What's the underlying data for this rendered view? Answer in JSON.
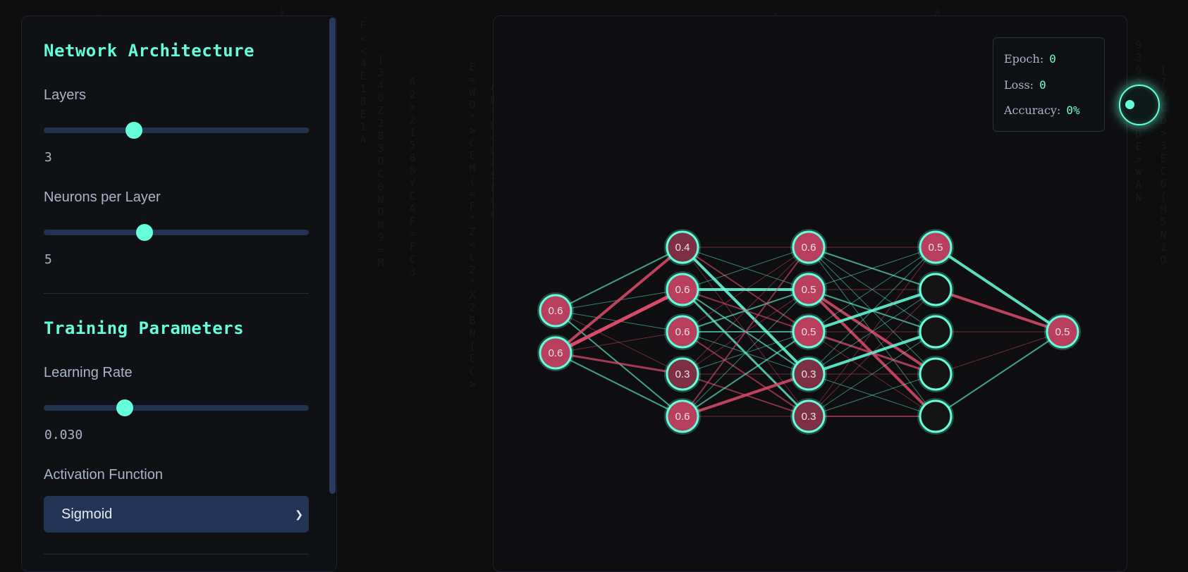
{
  "controls": {
    "network_architecture": {
      "title": "Network Architecture",
      "layers": {
        "label": "Layers",
        "value": "3",
        "slider_fraction": 0.34
      },
      "neurons": {
        "label": "Neurons per Layer",
        "value": "5",
        "slider_fraction": 0.38
      }
    },
    "training_parameters": {
      "title": "Training Parameters",
      "learning_rate": {
        "label": "Learning Rate",
        "value": "0.030",
        "slider_fraction": 0.305
      },
      "activation": {
        "label": "Activation Function",
        "selected": "Sigmoid"
      }
    }
  },
  "stats": {
    "epoch_label": "Epoch:",
    "epoch_value": "0",
    "loss_label": "Loss:",
    "loss_value": "0",
    "accuracy_label": "Accuracy:",
    "accuracy_value": "0%"
  },
  "network": {
    "layers": [
      [
        {
          "label": "0.6",
          "shade": "bright"
        },
        {
          "label": "0.6",
          "shade": "bright"
        }
      ],
      [
        {
          "label": "0.4",
          "shade": "dark"
        },
        {
          "label": "0.6",
          "shade": "bright"
        },
        {
          "label": "0.6",
          "shade": "bright"
        },
        {
          "label": "0.3",
          "shade": "dark"
        },
        {
          "label": "0.6",
          "shade": "bright"
        }
      ],
      [
        {
          "label": "0.6",
          "shade": "bright"
        },
        {
          "label": "0.5",
          "shade": "bright"
        },
        {
          "label": "0.5",
          "shade": "bright"
        },
        {
          "label": "0.3",
          "shade": "dark"
        },
        {
          "label": "0.3",
          "shade": "dark"
        }
      ],
      [
        {
          "label": "0.5",
          "shade": "bright"
        },
        {
          "label": "",
          "shade": "empty"
        },
        {
          "label": "",
          "shade": "empty"
        },
        {
          "label": "",
          "shade": "empty"
        },
        {
          "label": "",
          "shade": "empty"
        }
      ],
      [
        {
          "label": "0.5",
          "shade": "bright"
        }
      ]
    ],
    "connections": [
      [
        [
          "t",
          2
        ],
        [
          "t",
          1
        ],
        [
          "t",
          1
        ],
        [
          "r",
          1
        ],
        [
          "t",
          2
        ],
        [
          "r",
          4
        ],
        [
          "r",
          5
        ],
        [
          "r",
          1
        ],
        [
          "r",
          3
        ],
        [
          "t",
          2
        ]
      ],
      [
        [
          "r",
          1
        ],
        [
          "t",
          1
        ],
        [
          "r",
          2
        ],
        [
          "t",
          4
        ],
        [
          "r",
          1
        ],
        [
          "t",
          1
        ],
        [
          "t",
          4
        ],
        [
          "r",
          2
        ],
        [
          "t",
          2
        ],
        [
          "t",
          3
        ],
        [
          "r",
          1
        ],
        [
          "t",
          2
        ],
        [
          "t",
          2
        ],
        [
          "t",
          1
        ],
        [
          "r",
          2
        ],
        [
          "r",
          1
        ],
        [
          "r",
          1
        ],
        [
          "t",
          1
        ],
        [
          "r",
          1
        ],
        [
          "r",
          2
        ],
        [
          "r",
          2
        ],
        [
          "t",
          1
        ],
        [
          "t",
          2
        ],
        [
          "r",
          4
        ],
        [
          "r",
          1
        ]
      ],
      [
        [
          "r",
          1
        ],
        [
          "t",
          2
        ],
        [
          "t",
          1
        ],
        [
          "t",
          1
        ],
        [
          "t",
          1
        ],
        [
          "t",
          1
        ],
        [
          "r",
          1
        ],
        [
          "t",
          2
        ],
        [
          "r",
          4
        ],
        [
          "r",
          4
        ],
        [
          "t",
          1
        ],
        [
          "t",
          4
        ],
        [
          "r",
          1
        ],
        [
          "r",
          3
        ],
        [
          "r",
          1
        ],
        [
          "t",
          1
        ],
        [
          "t",
          1
        ],
        [
          "t",
          4
        ],
        [
          "r",
          1
        ],
        [
          "t",
          1
        ],
        [
          "r",
          1
        ],
        [
          "r",
          1
        ],
        [
          "t",
          1
        ],
        [
          "t",
          1
        ],
        [
          "r",
          2
        ]
      ],
      [
        [
          "t",
          4
        ],
        [
          "r",
          4
        ],
        [
          "r",
          1
        ],
        [
          "r",
          1
        ],
        [
          "t",
          2
        ]
      ]
    ]
  },
  "colors": {
    "accent": "#64ffda",
    "negative": "#d94a6a",
    "node_bright": "#b8405e",
    "node_dark": "#7d2f44",
    "node_empty": "#141414"
  }
}
